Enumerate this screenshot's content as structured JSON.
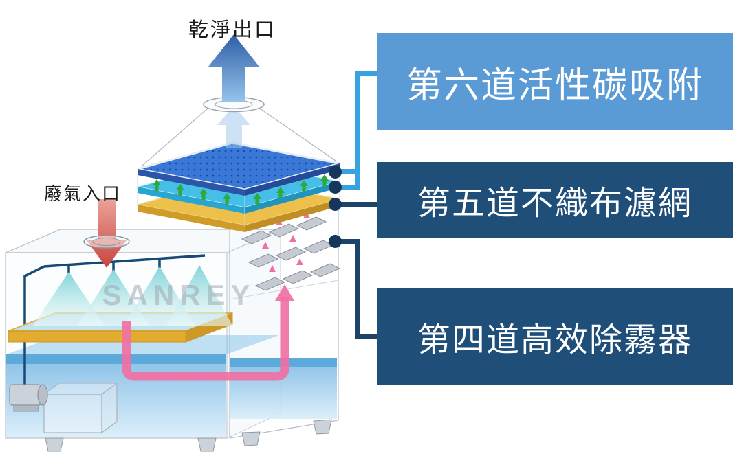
{
  "diagram": {
    "clean_outlet_label": "乾淨出口",
    "waste_inlet_label": "廢氣入口",
    "watermark": "SANREY"
  },
  "callouts": [
    {
      "label": "第六道活性碳吸附"
    },
    {
      "label": "第五道不織布濾網"
    },
    {
      "label": "第四道高效除霧器"
    }
  ],
  "colors": {
    "callout_light_blue": "#5b9bd5",
    "callout_dark_blue": "#1f4e79",
    "connector_light": "#35a3de",
    "connector_dark": "#1c4468",
    "anchor_dot": "#16375c",
    "clean_arrow_blue": "#2e5ea6",
    "waste_arrow_red": "#c8453f",
    "carbon_panel_blue": "#3a78d8",
    "filter_cyan": "#45bfe8",
    "filter_yellow": "#ecc04a",
    "green_flow_arrow": "#2fa83c",
    "water_blue": "#79b8e4",
    "flow_pink": "#f070a4"
  }
}
